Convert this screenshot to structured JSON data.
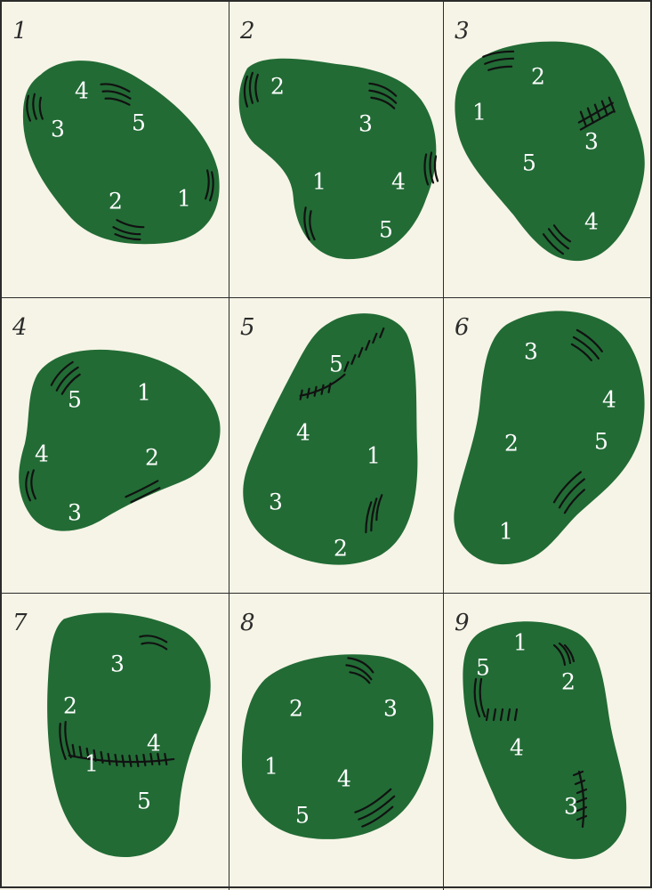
{
  "colors": {
    "green": "#226b35",
    "background": "#f6f4e6",
    "border": "#2b2b2b",
    "label": "#ffffff"
  },
  "diagrams": [
    {
      "number": "1",
      "labels": [
        "1",
        "2",
        "3",
        "4",
        "5"
      ]
    },
    {
      "number": "2",
      "labels": [
        "1",
        "2",
        "3",
        "4",
        "5"
      ]
    },
    {
      "number": "3",
      "labels": [
        "1",
        "2",
        "3",
        "4",
        "5"
      ]
    },
    {
      "number": "4",
      "labels": [
        "1",
        "2",
        "3",
        "4",
        "5"
      ]
    },
    {
      "number": "5",
      "labels": [
        "1",
        "2",
        "3",
        "4",
        "5"
      ]
    },
    {
      "number": "6",
      "labels": [
        "1",
        "2",
        "3",
        "4",
        "5"
      ]
    },
    {
      "number": "7",
      "labels": [
        "1",
        "2",
        "3",
        "4",
        "5"
      ]
    },
    {
      "number": "8",
      "labels": [
        "1",
        "2",
        "3",
        "4",
        "5"
      ]
    },
    {
      "number": "9",
      "labels": [
        "1",
        "2",
        "3",
        "4",
        "5"
      ]
    }
  ]
}
